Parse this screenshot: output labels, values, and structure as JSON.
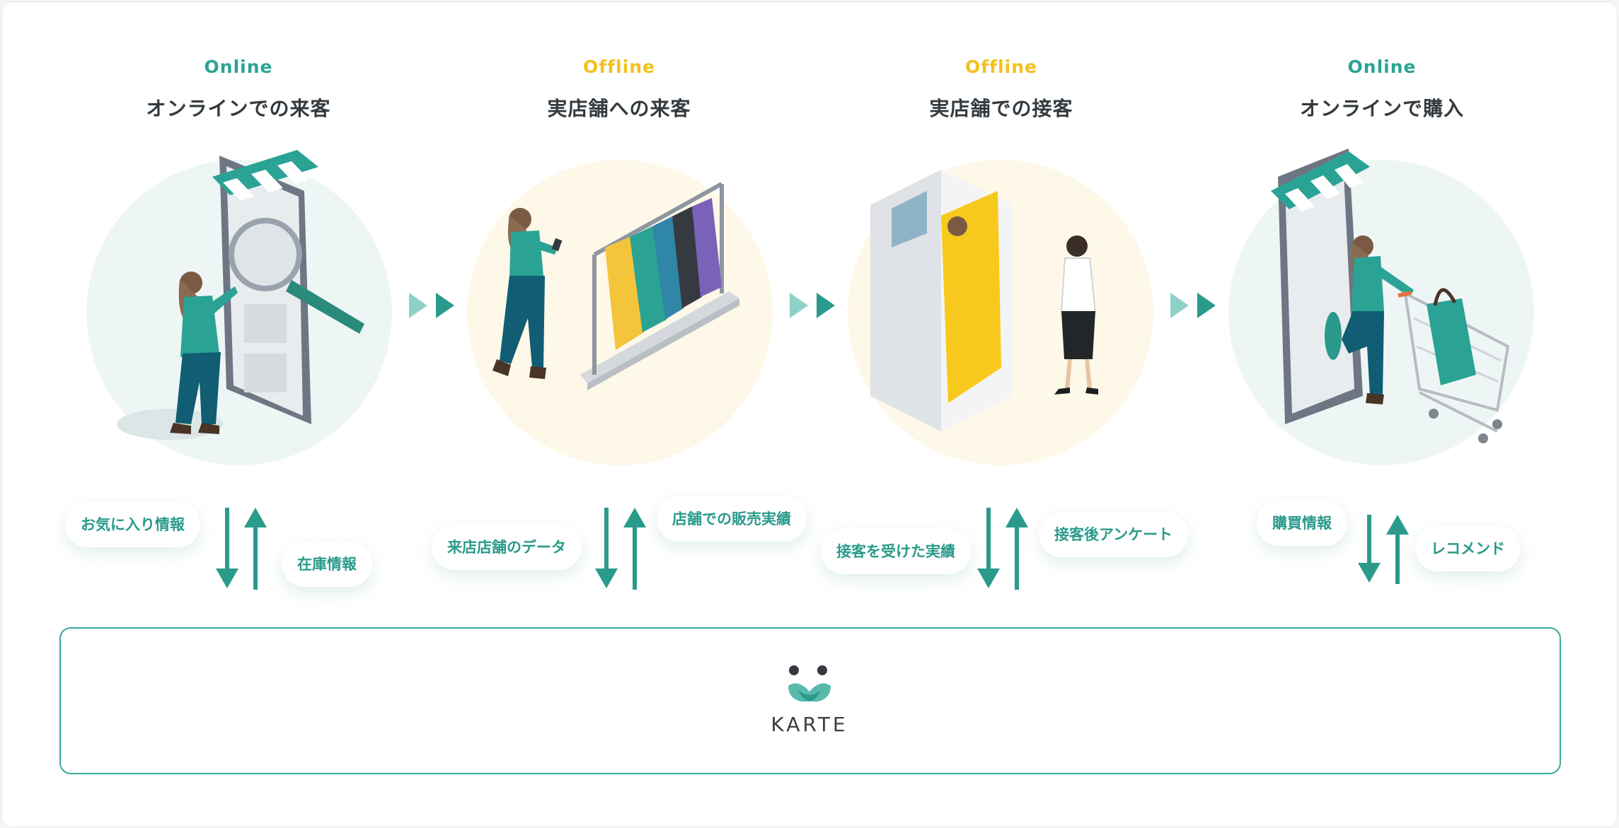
{
  "colors": {
    "online": "#2aa395",
    "offline": "#f2c21b",
    "teal": "#2a9a8b",
    "online_circle": "#eef6f5",
    "offline_circle": "#fdf8e8",
    "title_text": "#333a3f"
  },
  "stages": [
    {
      "channel": "Online",
      "title": "オンラインでの来客"
    },
    {
      "channel": "Offline",
      "title": "実店舗への来客"
    },
    {
      "channel": "Offline",
      "title": "実店舗での接客"
    },
    {
      "channel": "Online",
      "title": "オンラインで購入"
    }
  ],
  "data_labels": {
    "stage1": {
      "left": "お気に入り情報",
      "right": "在庫情報"
    },
    "stage2": {
      "left": "来店店舗のデータ",
      "right": "店舗での販売実績"
    },
    "stage3": {
      "left": "接客を受けた実績",
      "right": "接客後アンケート"
    },
    "stage4": {
      "left": "購買情報",
      "right": "レコメンド"
    }
  },
  "platform": {
    "name": "KARTE"
  },
  "icons": [
    "chevron-right-icon",
    "down-arrow-icon",
    "up-arrow-icon",
    "karte-logo-icon"
  ]
}
